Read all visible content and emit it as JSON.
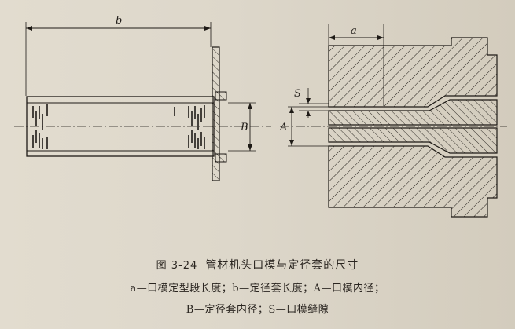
{
  "figure": {
    "number": "图 3-24",
    "title": "管材机头口模与定径套的尺寸",
    "legend_line1": "a—口模定型段长度；b—定径套长度；A—口模内径；",
    "legend_line2": "B—定径套内径；S—口模缝隙",
    "labels": {
      "a": "a",
      "b": "b",
      "A": "A",
      "B": "B",
      "S": "S"
    }
  },
  "colors": {
    "ink": "#1e1a16",
    "paper": "#ddd7c9"
  }
}
